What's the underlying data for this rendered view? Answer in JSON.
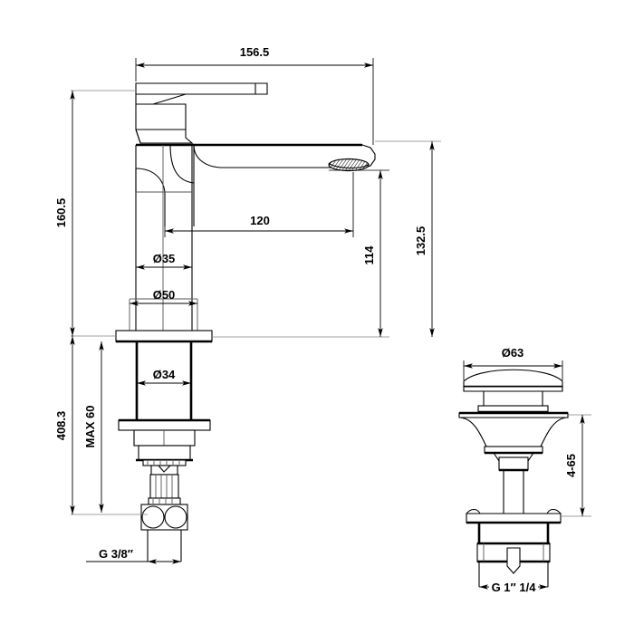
{
  "drawing": {
    "title": "Basin mixer tap and pop-up waste technical dimension drawing",
    "units_note": "",
    "background_color": "#ffffff",
    "line_color": "#000000",
    "secondary_line_color": "#555555"
  },
  "faucet": {
    "name": "single-lever basin mixer",
    "dimensions": {
      "overall_width": "156.5",
      "spout_reach": "120",
      "body_height": "160.5",
      "total_height": "408.3",
      "spout_outlet_height": "114",
      "spout_top_height": "132.5",
      "body_diameter": "Ø35",
      "base_diameter": "Ø50",
      "shank_diameter": "Ø34",
      "max_thickness": "MAX  60",
      "connection_thread": "G  3/8″"
    }
  },
  "waste": {
    "name": "pop-up waste drain assembly",
    "dimensions": {
      "cap_diameter": "Ø63",
      "height_range": "4-65",
      "outlet_thread": "G  1″  1/4"
    }
  },
  "labels": {
    "d156_5": "156.5",
    "d120": "120",
    "d160_5": "160.5",
    "d408_3": "408.3",
    "d114": "114",
    "d132_5": "132.5",
    "d35": "Ø35",
    "d50": "Ø50",
    "d34": "Ø34",
    "max60": "MAX  60",
    "g38": "G  3/8″",
    "d63": "Ø63",
    "h465": "4-65",
    "g114": "G  1″  1/4"
  }
}
